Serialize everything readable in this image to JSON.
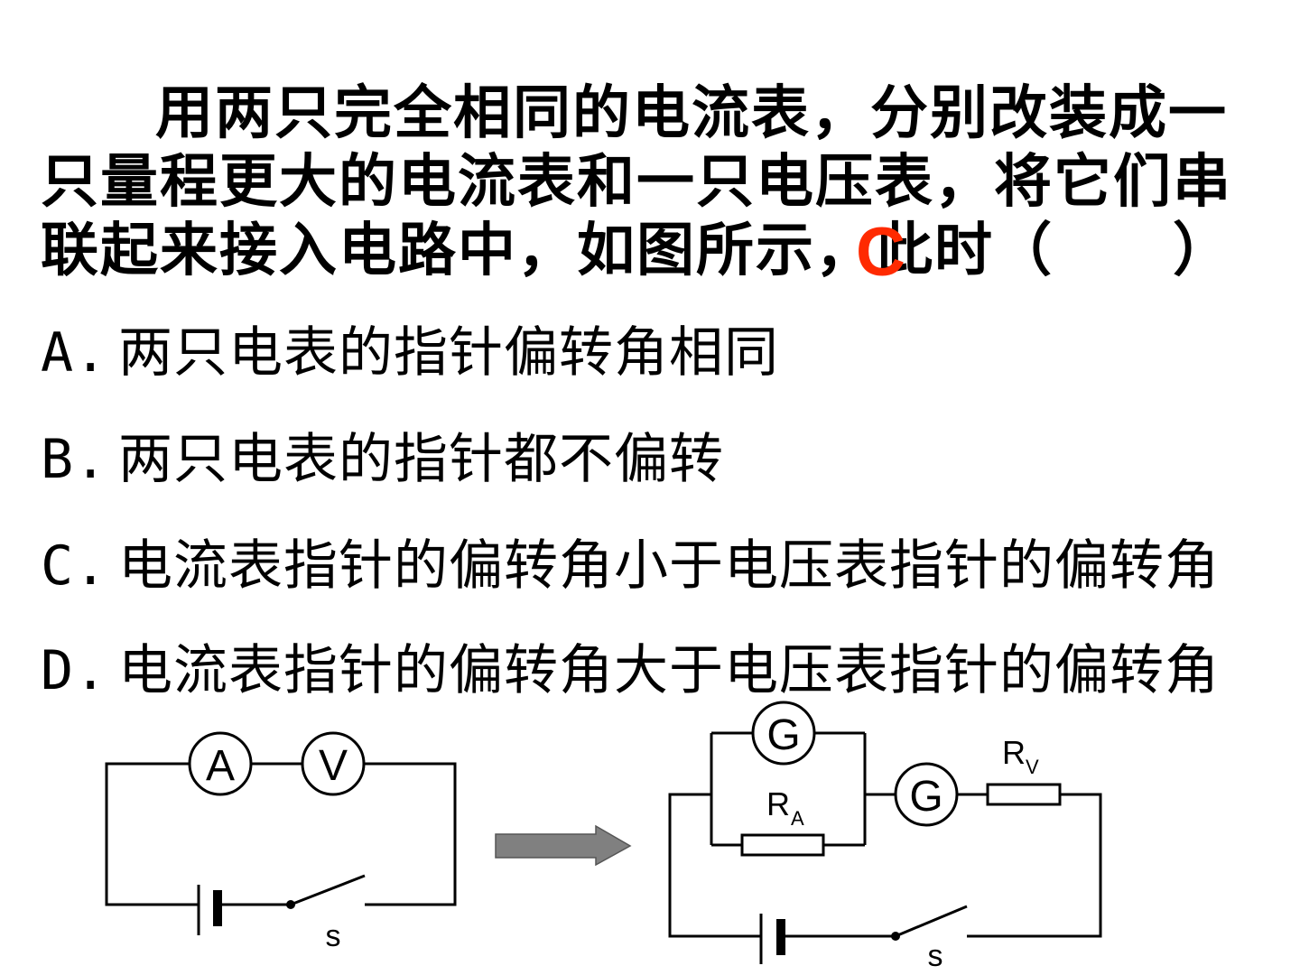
{
  "question": {
    "line1": "用两只完全相同的电流表，分别改装成一",
    "line2": "只量程更大的电流表和一只电压表，将它们串",
    "line3": "联起来接入电路中，如图所示，此时（　　）"
  },
  "answer": "C",
  "options": [
    {
      "letter": "A.",
      "text": "两只电表的指针偏转角相同"
    },
    {
      "letter": "B.",
      "text": "两只电表的指针都不偏转"
    },
    {
      "letter": "C.",
      "text": "电流表指针的偏转角小于电压表指针的偏转角"
    },
    {
      "letter": "D.",
      "text": "电流表指针的偏转角大于电压表指针的偏转角"
    }
  ],
  "circuit_left": {
    "ammeter": "A",
    "voltmeter": "V",
    "switch": "s"
  },
  "circuit_right": {
    "galvanometer_top": "G",
    "galvanometer_mid": "G",
    "resistor_a": "R",
    "resistor_a_sub": "A",
    "resistor_v": "R",
    "resistor_v_sub": "V",
    "switch": "s"
  },
  "colors": {
    "answer": "#ff2a00",
    "arrow": "#808080"
  }
}
